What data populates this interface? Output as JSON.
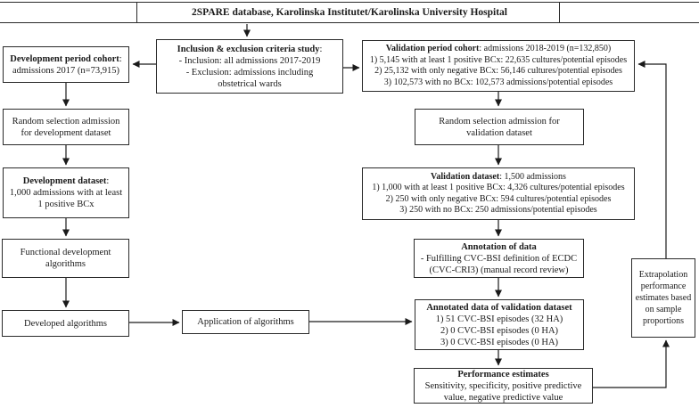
{
  "header": {
    "title": "2SPARE database, Karolinska Institutet/Karolinska University Hospital"
  },
  "boxes": {
    "dev_cohort": {
      "title": "Development period cohort",
      "title_rest": ":",
      "lines": [
        "admissions 2017 (n=73,915)"
      ]
    },
    "inclusion": {
      "title": "Inclusion & exclusion criteria study",
      "title_rest": ":",
      "lines": [
        "- Inclusion: all admissions 2017-2019",
        "- Exclusion: admissions including",
        "obstetrical wards"
      ]
    },
    "val_cohort": {
      "title": "Validation period cohort",
      "title_rest": ": admissions 2018-2019 (n=132,850)",
      "lines": [
        "1) 5,145 with at least 1 positive BCx: 22,635 cultures/potential episodes",
        "2) 25,132 with only negative BCx: 56,146 cultures/potential episodes",
        "3) 102,573 with no BCx: 102,573 admissions/potential episodes"
      ]
    },
    "rand_dev": {
      "lines": [
        "Random selection admission",
        "for development dataset"
      ]
    },
    "dev_dataset": {
      "title": "Development dataset",
      "title_rest": ":",
      "lines": [
        "1,000 admissions with at least",
        "1 positive BCx"
      ]
    },
    "func_algo": {
      "lines": [
        "Functional development",
        "algorithms"
      ]
    },
    "developed_algo": {
      "lines": [
        "Developed algorithms"
      ]
    },
    "application": {
      "lines": [
        "Application of algorithms"
      ]
    },
    "rand_val": {
      "lines": [
        "Random selection admission for",
        "validation dataset"
      ]
    },
    "val_dataset": {
      "title": "Validation dataset",
      "title_rest": ": 1,500 admissions",
      "lines": [
        "1) 1,000 with at least 1 positive BCx: 4,326 cultures/potential episodes",
        "2) 250 with only negative BCx: 594 cultures/potential episodes",
        "3) 250 with no BCx: 250 admissions/potential episodes"
      ]
    },
    "annotation": {
      "title": "Annotation of data",
      "lines": [
        "- Fulfilling CVC-BSI definition of ECDC",
        "(CVC-CRI3) (manual record review)"
      ]
    },
    "annotated": {
      "title": "Annotated data of validation dataset",
      "lines": [
        "1) 51 CVC-BSI episodes (32 HA)",
        "2) 0 CVC-BSI episodes (0 HA)",
        "3) 0 CVC-BSI episodes (0 HA)"
      ]
    },
    "performance": {
      "title": "Performance estimates",
      "lines": [
        "Sensitivity, specificity, positive predictive",
        "value, negative predictive value"
      ]
    },
    "extrapolation": {
      "text": "Extrapolation performance estimates based on sample proportions"
    }
  },
  "colors": {
    "line": "#2a2a2a",
    "background": "#ffffff",
    "text": "#1a1a1a"
  }
}
